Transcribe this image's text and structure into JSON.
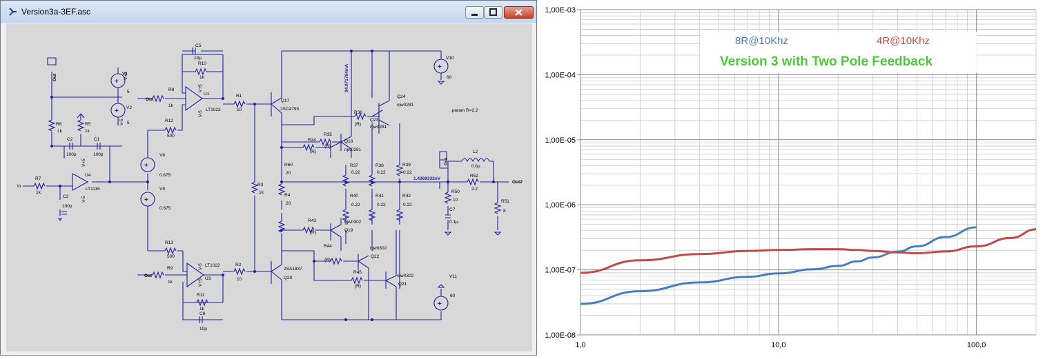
{
  "window": {
    "title": "Version3a-3EF.asc",
    "controls": {
      "minimize": "minimize",
      "maximize": "maximize",
      "close": "close"
    }
  },
  "schematic": {
    "labels": [
      {
        "id": "out-a",
        "text": "Out"
      },
      {
        "id": "v1",
        "text": "V1"
      },
      {
        "id": "v1-net",
        "text": "V+5"
      },
      {
        "id": "v1-val",
        "text": "5"
      },
      {
        "id": "v2",
        "text": "V2"
      },
      {
        "id": "v2-net",
        "text": "V-5"
      },
      {
        "id": "v2-val",
        "text": "5"
      },
      {
        "id": "c5",
        "text": "C5"
      },
      {
        "id": "c5-val",
        "text": "10p"
      },
      {
        "id": "r10",
        "text": "R10"
      },
      {
        "id": "r10-val",
        "text": "1k"
      },
      {
        "id": "r8",
        "text": "R8"
      },
      {
        "id": "r8-val",
        "text": "1k"
      },
      {
        "id": "u1",
        "text": "U1"
      },
      {
        "id": "u1-net",
        "text": "V+5"
      },
      {
        "id": "u1-net2",
        "text": "V-5"
      },
      {
        "id": "u1-type",
        "text": "LT1022"
      },
      {
        "id": "out-b",
        "text": "Out"
      },
      {
        "id": "r1",
        "text": "R1"
      },
      {
        "id": "r1-val",
        "text": "10"
      },
      {
        "id": "r12",
        "text": "R12"
      },
      {
        "id": "r12-val",
        "text": "500"
      },
      {
        "id": "r6",
        "text": "R6"
      },
      {
        "id": "r6-val",
        "text": "1k"
      },
      {
        "id": "r5",
        "text": "R5"
      },
      {
        "id": "r5-val",
        "text": "1k"
      },
      {
        "id": "c2",
        "text": "C2"
      },
      {
        "id": "c2-val",
        "text": "100p"
      },
      {
        "id": "c1",
        "text": "C1"
      },
      {
        "id": "c1-val",
        "text": "100p"
      },
      {
        "id": "v8",
        "text": "V8"
      },
      {
        "id": "v8-val",
        "text": "0.675"
      },
      {
        "id": "v9",
        "text": "V9"
      },
      {
        "id": "v9-val",
        "text": "0.675"
      },
      {
        "id": "in",
        "text": "In"
      },
      {
        "id": "r7",
        "text": "R7"
      },
      {
        "id": "r7-val",
        "text": "1k"
      },
      {
        "id": "u4",
        "text": "U4"
      },
      {
        "id": "u4-net",
        "text": "V+5"
      },
      {
        "id": "u4-net2",
        "text": "V-5"
      },
      {
        "id": "u4-type",
        "text": "LT1115"
      },
      {
        "id": "c3",
        "text": "C3"
      },
      {
        "id": "c3-val",
        "text": "100p"
      },
      {
        "id": "r3",
        "text": "R3"
      },
      {
        "id": "r3-val",
        "text": "1k"
      },
      {
        "id": "r60",
        "text": "R60"
      },
      {
        "id": "r60-val",
        "text": "20"
      },
      {
        "id": "r4",
        "text": "R4"
      },
      {
        "id": "r4-val",
        "text": "20"
      },
      {
        "id": "r13",
        "text": "R13"
      },
      {
        "id": "r13-val",
        "text": "500"
      },
      {
        "id": "u3",
        "text": "U3"
      },
      {
        "id": "u3-net",
        "text": "V-5"
      },
      {
        "id": "u3-net2",
        "text": "V+5"
      },
      {
        "id": "u3-type",
        "text": "LT1022"
      },
      {
        "id": "r9",
        "text": "R9"
      },
      {
        "id": "r9-val",
        "text": "1k"
      },
      {
        "id": "out-c",
        "text": "Out"
      },
      {
        "id": "r2",
        "text": "R2"
      },
      {
        "id": "r2-val",
        "text": "10"
      },
      {
        "id": "r11",
        "text": "R11"
      },
      {
        "id": "r11-val",
        "text": "1k"
      },
      {
        "id": "c8",
        "text": "C8"
      },
      {
        "id": "c8-val",
        "text": "10p"
      },
      {
        "id": "q17",
        "text": "Q17"
      },
      {
        "id": "q17-type",
        "text": "2SC4793"
      },
      {
        "id": "q20",
        "text": "Q20"
      },
      {
        "id": "q20-type",
        "text": "2SA1837"
      },
      {
        "id": "i-probe",
        "text": "94.071764mA"
      },
      {
        "id": "r36",
        "text": "R36"
      },
      {
        "id": "r36-val",
        "text": "{R}"
      },
      {
        "id": "r35",
        "text": "R35"
      },
      {
        "id": "r35-val",
        "text": "{R}"
      },
      {
        "id": "r34",
        "text": "R34"
      },
      {
        "id": "r34-val",
        "text": "{R}"
      },
      {
        "id": "q24",
        "text": "Q24"
      },
      {
        "id": "q24-type",
        "text": "njw0281"
      },
      {
        "id": "q23",
        "text": "Q23"
      },
      {
        "id": "q23-type",
        "text": "njw0281"
      },
      {
        "id": "q18",
        "text": "Q18"
      },
      {
        "id": "q18-type",
        "text": "njw0281"
      },
      {
        "id": "v10",
        "text": "V10"
      },
      {
        "id": "v10-val",
        "text": "60"
      },
      {
        "id": "param",
        "text": ".param R=2.2"
      },
      {
        "id": "r37",
        "text": "R37"
      },
      {
        "id": "r37-val",
        "text": "0.22"
      },
      {
        "id": "r38",
        "text": "R38"
      },
      {
        "id": "r38-val",
        "text": "0.22"
      },
      {
        "id": "r39",
        "text": "R39"
      },
      {
        "id": "r39-val",
        "text": "0.22"
      },
      {
        "id": "v-probe",
        "text": "1.4369333nV"
      },
      {
        "id": "r40",
        "text": "R40"
      },
      {
        "id": "r40-val",
        "text": "0.22"
      },
      {
        "id": "r41",
        "text": "R41"
      },
      {
        "id": "r41-val",
        "text": "0.22"
      },
      {
        "id": "r42",
        "text": "R42"
      },
      {
        "id": "r42-val",
        "text": "0.22"
      },
      {
        "id": "out-d",
        "text": "Out"
      },
      {
        "id": "l2",
        "text": "L2"
      },
      {
        "id": "l2-val",
        "text": "0.6µ"
      },
      {
        "id": "r52",
        "text": "R52"
      },
      {
        "id": "r52-val",
        "text": "2.2"
      },
      {
        "id": "out2",
        "text": "Out2"
      },
      {
        "id": "r50",
        "text": "R50"
      },
      {
        "id": "r50-val",
        "text": "10"
      },
      {
        "id": "c7",
        "text": "C7"
      },
      {
        "id": "c7-val",
        "text": "0.1µ"
      },
      {
        "id": "r51",
        "text": "R51"
      },
      {
        "id": "r51-val",
        "text": "8"
      },
      {
        "id": "r43",
        "text": "R43"
      },
      {
        "id": "r43-val",
        "text": "{R}"
      },
      {
        "id": "q19",
        "text": "Q19"
      },
      {
        "id": "q19-type",
        "text": "njw0302"
      },
      {
        "id": "r44",
        "text": "R44"
      },
      {
        "id": "r44-val",
        "text": "{R}"
      },
      {
        "id": "q22",
        "text": "Q22"
      },
      {
        "id": "q22-type",
        "text": "njw0302"
      },
      {
        "id": "r45",
        "text": "R45"
      },
      {
        "id": "r45-val",
        "text": "{R}"
      },
      {
        "id": "q21",
        "text": "Q21"
      },
      {
        "id": "q21-type",
        "text": "njw0302"
      },
      {
        "id": "v11",
        "text": "V11"
      },
      {
        "id": "v11-val",
        "text": "60"
      }
    ]
  },
  "colors": {
    "wire": "#1f1fa0",
    "schematic_bg": "#d8d8d8",
    "series_8r": "#4a7ebb",
    "series_4r": "#be4b48",
    "title_green": "#4ec83a"
  },
  "chart_data": {
    "type": "line",
    "title": "Version 3  with Two Pole Feedback",
    "xlabel": "",
    "ylabel": "",
    "x_scale": "log",
    "y_scale": "log",
    "xlim": [
      1,
      200
    ],
    "ylim": [
      1e-08,
      0.001
    ],
    "x_tick_labels": [
      "1,0",
      "10,0",
      "100,0"
    ],
    "y_tick_labels": [
      "1,00E-08",
      "1,00E-07",
      "1,00E-06",
      "1,00E-05",
      "1,00E-04",
      "1,00E-03"
    ],
    "grid": true,
    "legend_position": "top",
    "series": [
      {
        "name": "8R@10Khz",
        "color": "#4a7ebb",
        "x": [
          1,
          2,
          4,
          7,
          10,
          15,
          20,
          25,
          30,
          40,
          50,
          70,
          100
        ],
        "y": [
          3e-08,
          4.7e-08,
          6.4e-08,
          7.8e-08,
          8.8e-08,
          1.02e-07,
          1.15e-07,
          1.35e-07,
          1.55e-07,
          1.9e-07,
          2.3e-07,
          3.2e-07,
          4.5e-07
        ]
      },
      {
        "name": "4R@10Khz",
        "color": "#be4b48",
        "x": [
          1,
          2,
          4,
          7,
          10,
          15,
          20,
          25,
          30,
          40,
          50,
          70,
          100,
          150,
          200
        ],
        "y": [
          9e-08,
          1.4e-07,
          1.75e-07,
          1.95e-07,
          2.02e-07,
          2.08e-07,
          2.08e-07,
          2.02e-07,
          1.95e-07,
          1.85e-07,
          1.8e-07,
          1.92e-07,
          2.3e-07,
          3.1e-07,
          4.2e-07
        ]
      }
    ]
  }
}
